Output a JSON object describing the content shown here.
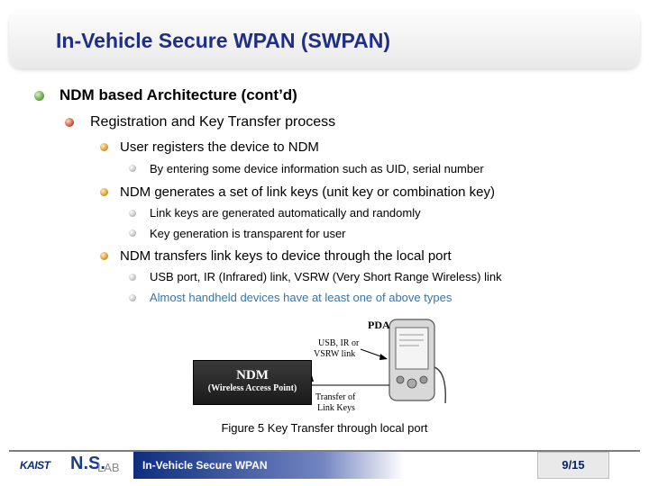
{
  "slide": {
    "title": "In-Vehicle Secure WPAN (SWPAN)",
    "bullets": {
      "l1": "NDM based Architecture (cont’d)",
      "l2": "Registration and Key Transfer process",
      "item1": "User registers the device to NDM",
      "item1_sub1": "By entering some device information such as UID, serial number",
      "item2": "NDM generates a set of link keys (unit key or combination key)",
      "item2_sub1": "Link keys are generated automatically and randomly",
      "item2_sub2": "Key generation is transparent for user",
      "item3": "NDM transfers link keys to device through the local port",
      "item3_sub1": "USB port, IR (Infrared) link, VSRW (Very Short Range Wireless) link",
      "item3_sub2": "Almost handheld devices have at least one of above types"
    }
  },
  "figure": {
    "ndm_label": "NDM",
    "ndm_sub": "(Wireless Access Point)",
    "pda_label": "PDA",
    "link_line1": "USB, IR or",
    "link_line2": "VSRW link",
    "transfer_line1": "Transfer of",
    "transfer_line2": "Link Keys",
    "caption": "Figure 5 Key Transfer through local port"
  },
  "footer": {
    "kaist": "KAIST",
    "ns": "N.S.",
    "lab": "LAB",
    "title": "In-Vehicle Secure WPAN",
    "page": "9/15"
  },
  "colors": {
    "title": "#1f2f86",
    "blue_text": "#3a74a6",
    "footer_bar": "#0e2d7f"
  }
}
